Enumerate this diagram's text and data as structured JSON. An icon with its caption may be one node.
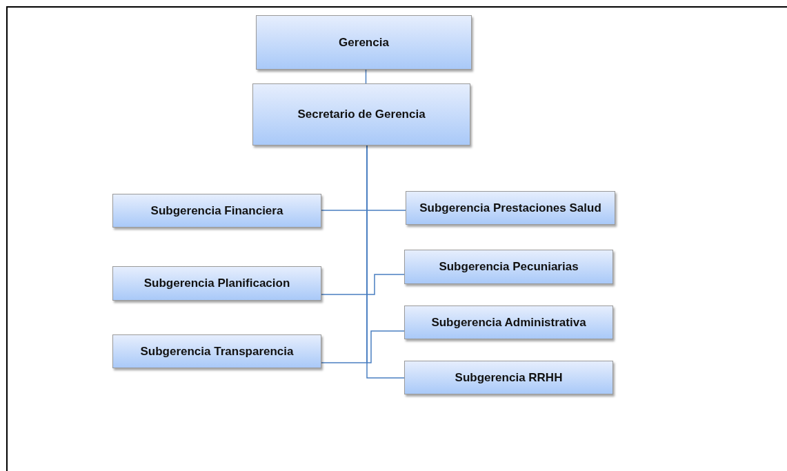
{
  "diagram": {
    "nodes": [
      {
        "text": [
          "Gerencia"
        ]
      },
      {
        "text": [
          "Secretario de Gerencia"
        ]
      },
      {
        "text": [
          "Subgerencia Financiera"
        ]
      },
      {
        "text": [
          "Subgerencia Prestaciones Salud"
        ]
      },
      {
        "text": [
          "Subgerencia Planificacion"
        ]
      },
      {
        "text": [
          "Subgerencia Pecuniarias"
        ]
      },
      {
        "text": [
          "Subgerencia Transparencia"
        ]
      },
      {
        "text": [
          "Subgerencia Administrativa"
        ]
      },
      {
        "text": [
          "Subgerencia RRHH"
        ]
      }
    ],
    "edges": [
      {
        "from": 0,
        "to": 1,
        "arrow": "none"
      },
      {
        "from": 1,
        "to": 2,
        "arrow": "none"
      },
      {
        "from": 1,
        "to": 3,
        "arrow": "none"
      },
      {
        "from": 1,
        "to": 4,
        "arrow": "none"
      },
      {
        "from": 1,
        "to": 5,
        "arrow": "none"
      },
      {
        "from": 1,
        "to": 6,
        "arrow": "none"
      },
      {
        "from": 1,
        "to": 7,
        "arrow": "none"
      },
      {
        "from": 1,
        "to": 8,
        "arrow": "none"
      }
    ]
  }
}
